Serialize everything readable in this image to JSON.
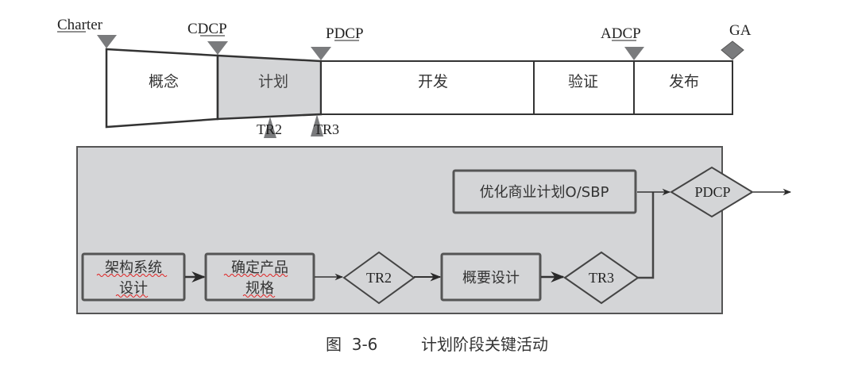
{
  "timeline": {
    "milestones_top": [
      {
        "label": "Charter",
        "underline": "Charter"
      },
      {
        "label": "CDCP",
        "underline": "DC"
      },
      {
        "label": "PDCP",
        "underline": "DC"
      },
      {
        "label": "ADCP",
        "underline": "DC"
      },
      {
        "label": "GA"
      }
    ],
    "milestones_bottom": [
      {
        "label": "TR2"
      },
      {
        "label": "TR3"
      }
    ],
    "phases": [
      {
        "label": "概念",
        "highlighted": false
      },
      {
        "label": "计划",
        "highlighted": true
      },
      {
        "label": "开发",
        "highlighted": false
      },
      {
        "label": "验证",
        "highlighted": false
      },
      {
        "label": "发布",
        "highlighted": false
      }
    ]
  },
  "flow": {
    "nodes": {
      "arch": {
        "line1": "架构系统",
        "line2": "设计"
      },
      "spec": {
        "line1": "确定产品",
        "line2": "规格"
      },
      "tr2": "TR2",
      "outline": "概要设计",
      "tr3": "TR3",
      "osbp": "优化商业计划O/SBP",
      "pdcp": "PDCP"
    }
  },
  "caption": {
    "figure": "图  3-6",
    "title": "计划阶段关键活动"
  },
  "colors": {
    "shade": "#d4d5d7",
    "marker": "#7a7b7d",
    "line": "#333333",
    "spell_underline": "#e02020"
  }
}
